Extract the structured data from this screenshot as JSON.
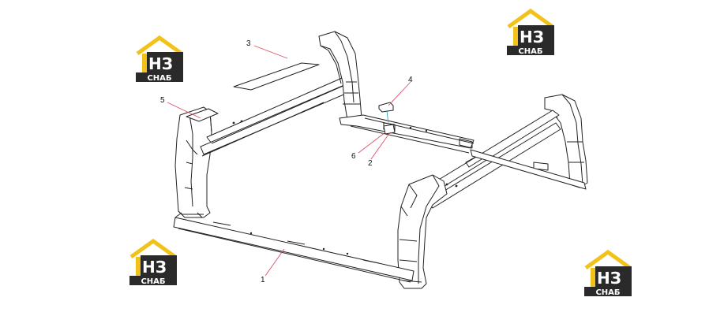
{
  "callouts": [
    {
      "id": "c1",
      "label": "1"
    },
    {
      "id": "c2",
      "label": "2"
    },
    {
      "id": "c3",
      "label": "3"
    },
    {
      "id": "c4",
      "label": "4"
    },
    {
      "id": "c5",
      "label": "5"
    },
    {
      "id": "c6",
      "label": "6"
    }
  ],
  "logos": [
    {
      "id": "logo-top-left",
      "mark": "НЗ",
      "caption": "СНАБ"
    },
    {
      "id": "logo-top-right",
      "mark": "НЗ",
      "caption": "СНАБ"
    },
    {
      "id": "logo-bottom-left",
      "mark": "НЗ",
      "caption": "СНАБ"
    },
    {
      "id": "logo-bottom-right",
      "mark": "НЗ",
      "caption": "СНАБ"
    }
  ],
  "colors": {
    "logo_yellow": "#f2c21a",
    "logo_dark": "#2a2a2a",
    "leader_red": "#e0506a",
    "leader_blue": "#3aa0c8",
    "line": "#222222"
  }
}
